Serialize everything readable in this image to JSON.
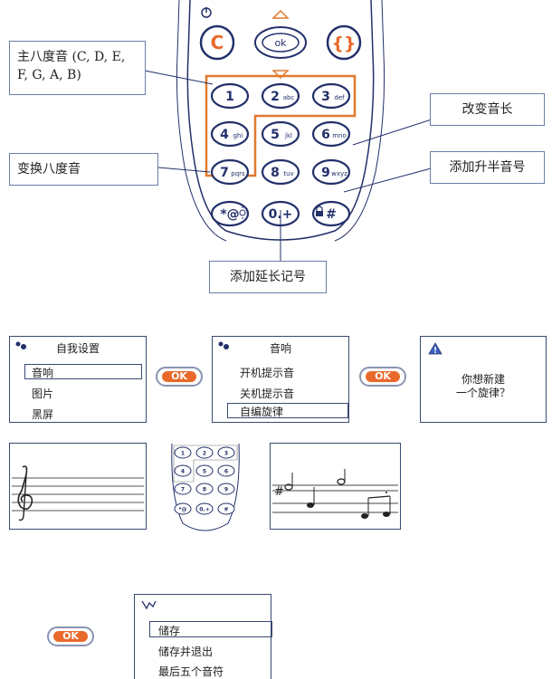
{
  "callouts": {
    "main_octave": "主八度音 (C, D, E, F, G, A, B)",
    "change_length": "改变音长",
    "add_sharp": "添加升半音号",
    "change_octave": "变换八度音",
    "add_extension": "添加延长记号"
  },
  "keypad": {
    "key_c": "C",
    "key_ok": "ok",
    "key_power_icon": "power-icon",
    "keys": [
      {
        "digit": "1",
        "sub": ""
      },
      {
        "digit": "2",
        "sub": "abc"
      },
      {
        "digit": "3",
        "sub": "def"
      },
      {
        "digit": "4",
        "sub": "ghi"
      },
      {
        "digit": "5",
        "sub": "jkl"
      },
      {
        "digit": "6",
        "sub": "mno"
      },
      {
        "digit": "7",
        "sub": "pqrs"
      },
      {
        "digit": "8",
        "sub": "tuv"
      },
      {
        "digit": "9",
        "sub": "wxyz"
      },
      {
        "digit": "*@",
        "sub": ""
      },
      {
        "digit": "0.+",
        "sub": ""
      },
      {
        "digit": "#",
        "sub": ""
      }
    ],
    "highlight_color": "#e07a2e"
  },
  "screens": {
    "settings": {
      "title": "自我设置",
      "items": [
        "音响",
        "图片",
        "黑屏"
      ],
      "selected_index": 0
    },
    "sound": {
      "title": "音响",
      "items": [
        "开机提示音",
        "关机提示音",
        "自编旋律"
      ],
      "selected_index": 2
    },
    "new_melody": {
      "prompt_line1": "你想新建",
      "prompt_line2": "一个旋律？"
    },
    "save": {
      "items": [
        "储存",
        "储存并退出",
        "最后五个音符"
      ],
      "selected_index": 0
    }
  },
  "ok_label": "OK",
  "colors": {
    "accent": "#e8692b",
    "frame": "#3a4a72"
  }
}
